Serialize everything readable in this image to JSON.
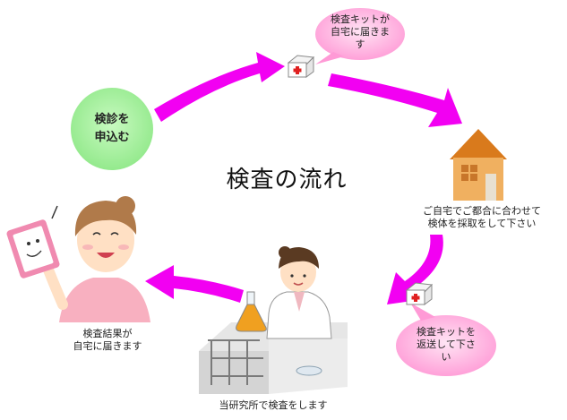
{
  "title": "検査の流れ",
  "steps": {
    "apply": {
      "line1": "検診を",
      "line2": "申込む"
    },
    "kit_delivered": {
      "line1": "検査キットが",
      "line2": "自宅に届きま",
      "line3": "す"
    },
    "collect": {
      "line1": "ご自宅でご都合に合わせて",
      "line2": "検体を採取をして下さい"
    },
    "return_kit": {
      "line1": "検査キットを",
      "line2": "返送して下さ",
      "line3": "い"
    },
    "lab": {
      "text": "当研究所で検査をします"
    },
    "results": {
      "line1": "検査結果が",
      "line2": "自宅に届きます"
    }
  },
  "colors": {
    "arrow": "#f200f2",
    "bubble": "#ffb0e0",
    "apply_circle": "#a8f0a0",
    "house": "#e8a048"
  }
}
